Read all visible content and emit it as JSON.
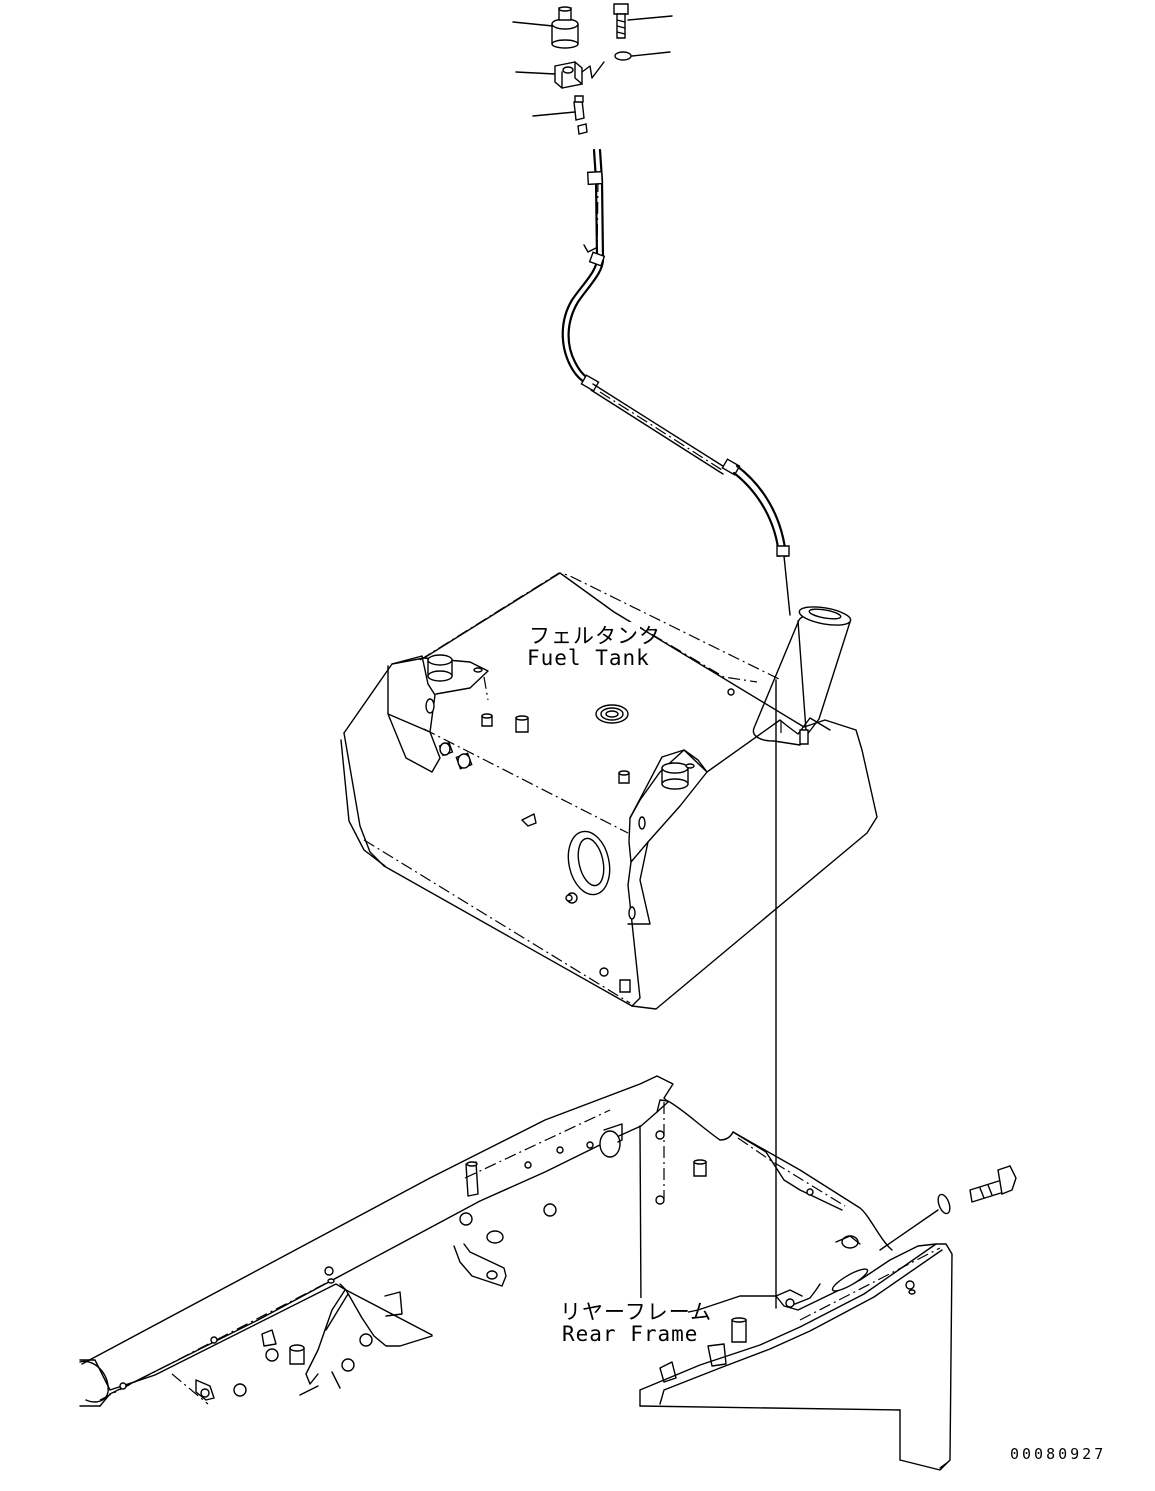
{
  "labels": {
    "fuel_tank_jp": "フェルタンク",
    "fuel_tank_en": "Fuel Tank",
    "rear_frame_jp": "リヤーフレーム",
    "rear_frame_en": "Rear Frame"
  },
  "drawing_number": "00080927",
  "colors": {
    "line": "#000000",
    "background": "#ffffff"
  }
}
